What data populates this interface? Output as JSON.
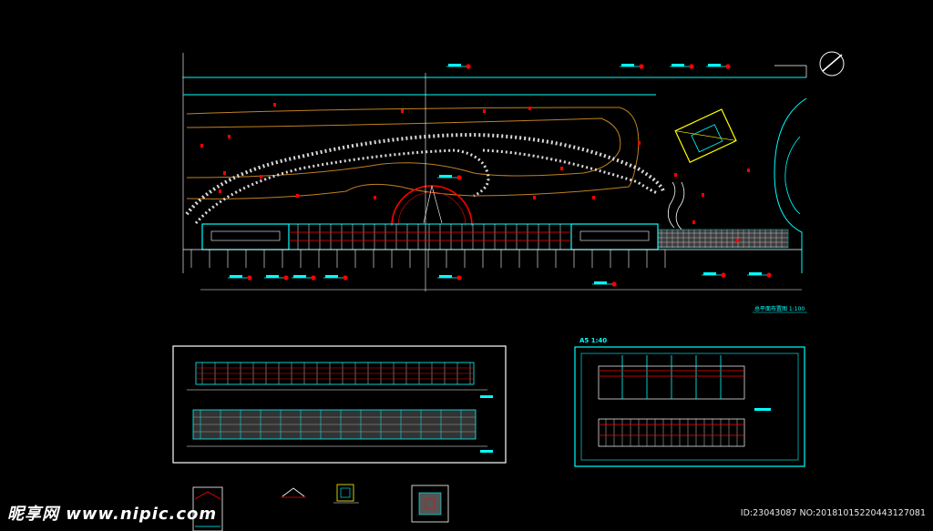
{
  "labels": {
    "plan_title": "总平面布置图 1:100",
    "section_scale": "A5  1:40"
  },
  "watermark": {
    "brand": "昵享网 www.nipic.com",
    "id_line": "ID:23043087 NO:20181015220443127081"
  },
  "colors": {
    "background": "#000000",
    "cyan": "#00ffff",
    "red": "#ff0000",
    "yellow": "#ffff00",
    "orange": "#c08020",
    "white": "#ffffff",
    "gray": "#a0a0a0"
  },
  "icons": {
    "north_arrow": "north-arrow-icon"
  }
}
